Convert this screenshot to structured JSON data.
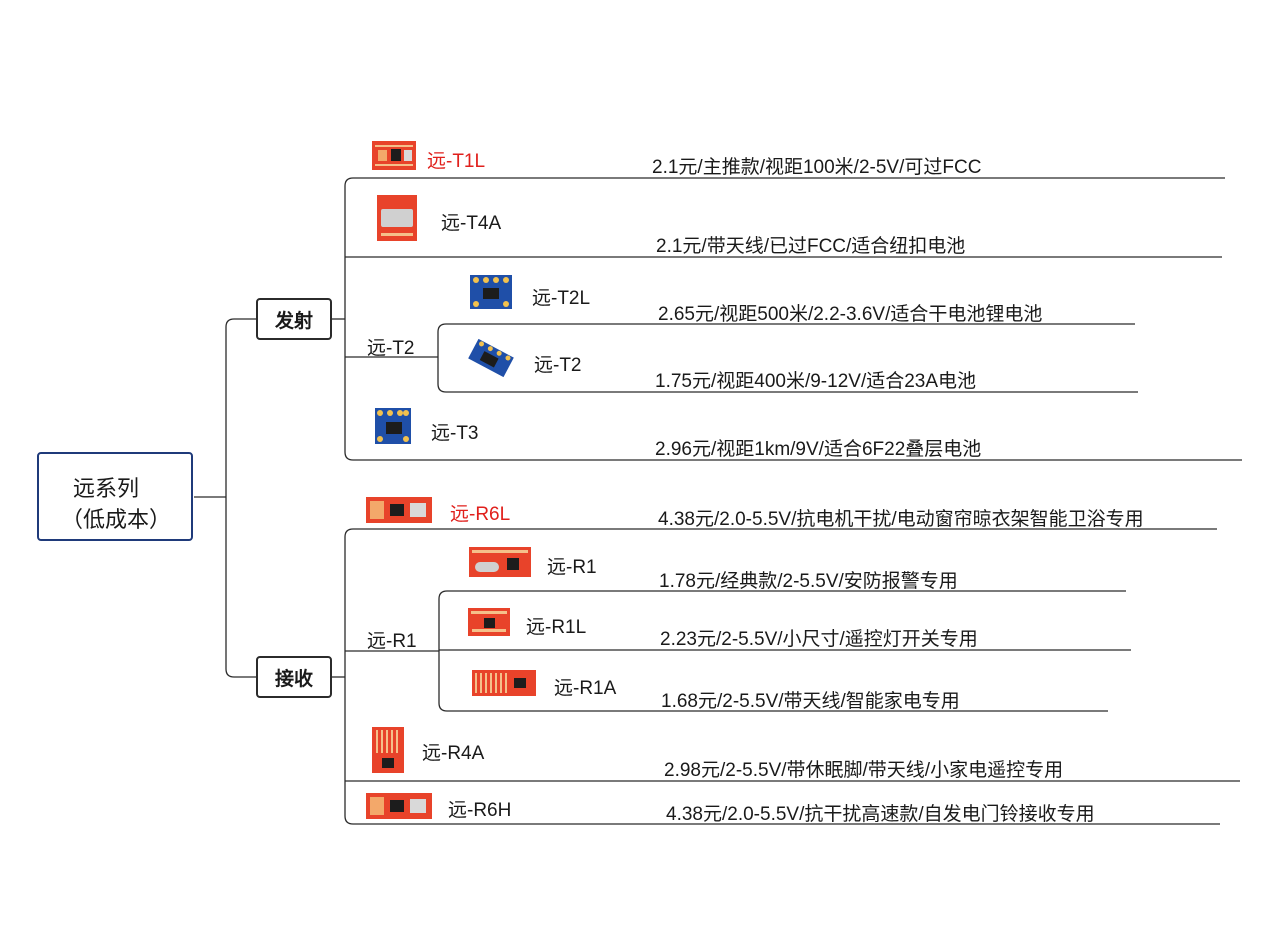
{
  "root": {
    "line1": "远系列",
    "line2": "（低成本）"
  },
  "categories": {
    "transmit": "发射",
    "receive": "接收"
  },
  "groups": {
    "t2": "远-T2",
    "r1": "远-R1"
  },
  "modules": [
    {
      "id": "t1l",
      "name": "远-T1L",
      "desc": "2.1元/主推款/视距100米/2-5V/可过FCC",
      "highlight": true
    },
    {
      "id": "t4a",
      "name": "远-T4A",
      "desc": "2.1元/带天线/已过FCC/适合纽扣电池",
      "highlight": false
    },
    {
      "id": "t2l",
      "name": "远-T2L",
      "desc": "2.65元/视距500米/2.2-3.6V/适合干电池锂电池",
      "highlight": false
    },
    {
      "id": "t2",
      "name": "远-T2",
      "desc": "1.75元/视距400米/9-12V/适合23A电池",
      "highlight": false
    },
    {
      "id": "t3",
      "name": "远-T3",
      "desc": "2.96元/视距1km/9V/适合6F22叠层电池",
      "highlight": false
    },
    {
      "id": "r6l",
      "name": "远-R6L",
      "desc": "4.38元/2.0-5.5V/抗电机干扰/电动窗帘晾衣架智能卫浴专用",
      "highlight": true
    },
    {
      "id": "r1",
      "name": "远-R1",
      "desc": "1.78元/经典款/2-5.5V/安防报警专用",
      "highlight": false
    },
    {
      "id": "r1l",
      "name": "远-R1L",
      "desc": "2.23元/2-5.5V/小尺寸/遥控灯开关专用",
      "highlight": false
    },
    {
      "id": "r1a",
      "name": "远-R1A",
      "desc": "1.68元/2-5.5V/带天线/智能家电专用",
      "highlight": false
    },
    {
      "id": "r4a",
      "name": "远-R4A",
      "desc": "2.98元/2-5.5V/带休眠脚/带天线/小家电遥控专用",
      "highlight": false
    },
    {
      "id": "r6h",
      "name": "远-R6H",
      "desc": "4.38元/2.0-5.5V/抗干扰高速款/自发电门铃接收专用",
      "highlight": false
    }
  ],
  "colors": {
    "highlight": "#e0201c",
    "board_red": "#e8432a",
    "board_blue": "#1f4fa8",
    "root_border": "#1f3a7a"
  }
}
